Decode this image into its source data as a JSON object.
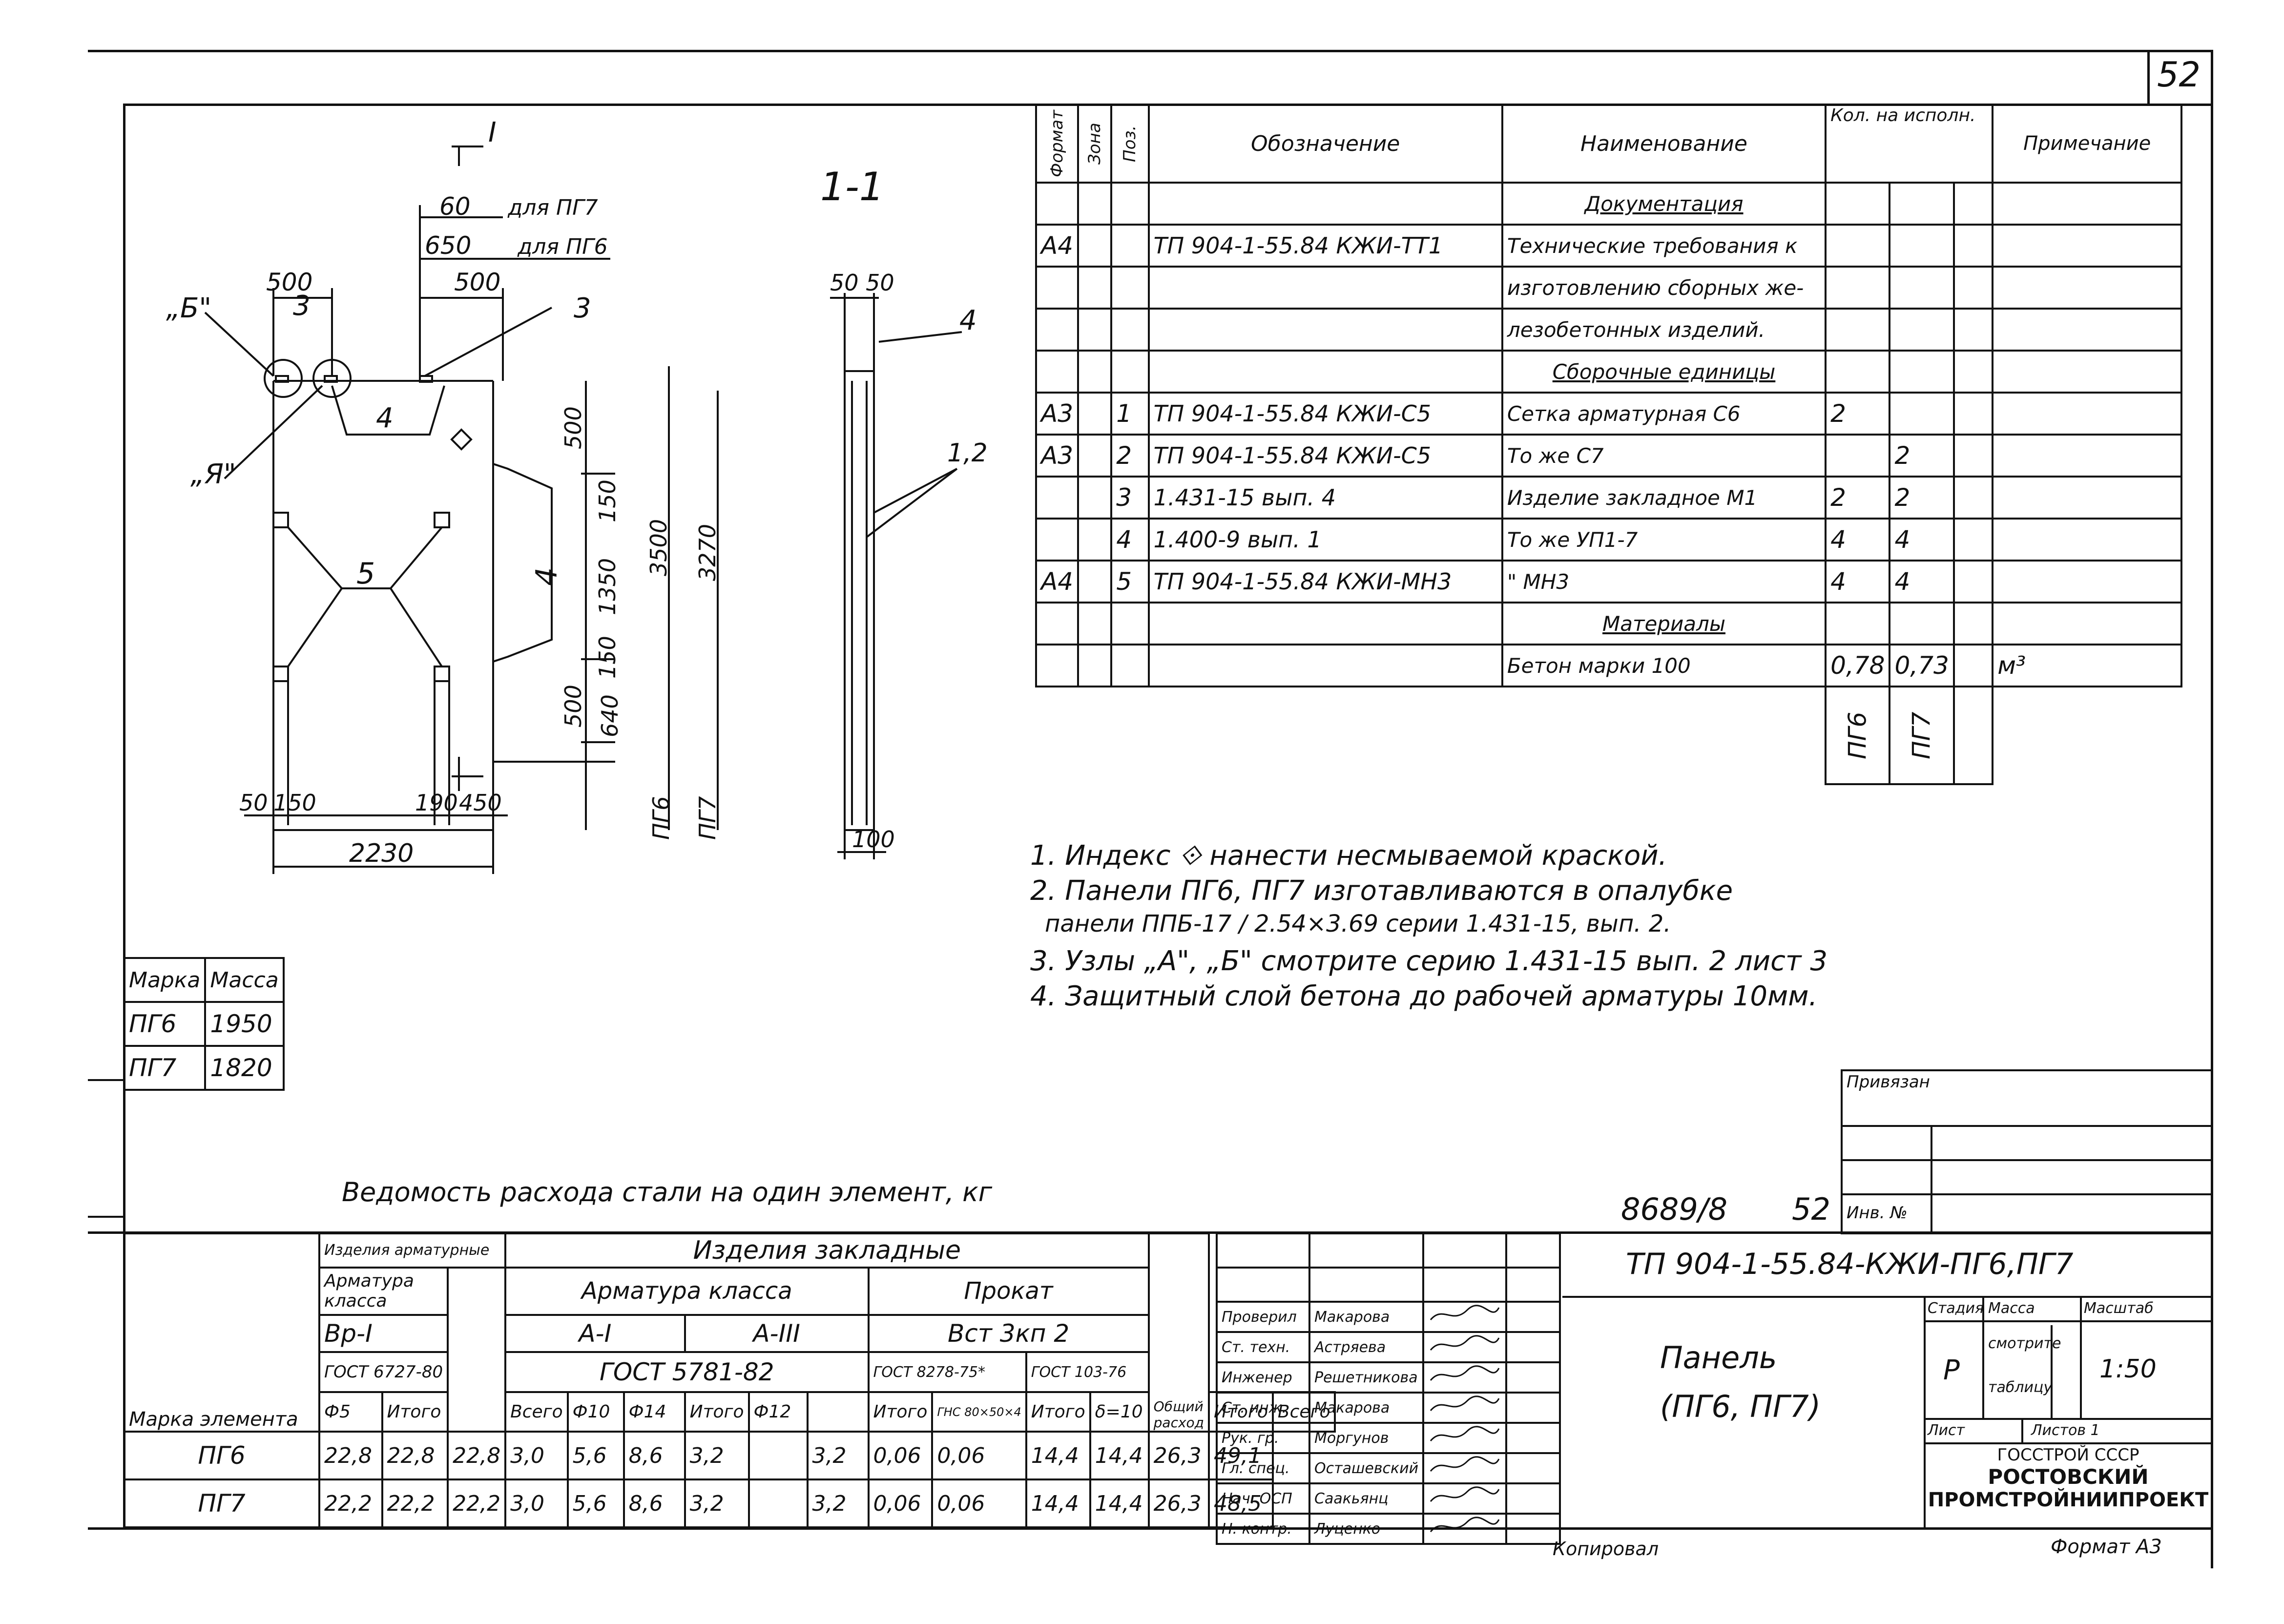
{
  "sheet_number": "52",
  "drawing": {
    "section_label": "1-1",
    "dims": {
      "d60": "60",
      "d60_note": "для ПГ7",
      "d650": "650",
      "d650_note": "для ПГ6",
      "d500_left": "500",
      "d500_mid": "500",
      "d5050": "50 50",
      "v500_top": "500",
      "v150_top": "150",
      "v1350": "1350",
      "v150_bot": "150",
      "v500_bot": "500",
      "v640": "640",
      "v3500": "3500",
      "v3270": "3270",
      "b50": "50",
      "b150": "150",
      "b190": "190",
      "b450": "450",
      "b2230": "2230",
      "b100": "100",
      "pg6_vert": "ПГ6",
      "pg7_vert": "ПГ7"
    },
    "callouts": {
      "b": "„Б\"",
      "ya": "„Я\"",
      "n3a": "3",
      "n3b": "3",
      "n4": "4",
      "n4b": "4",
      "n5": "5",
      "n4_section": "4",
      "n12": "1,2",
      "cut": "I"
    }
  },
  "spec_table": {
    "headers": {
      "format": "Формат",
      "zone": "Зона",
      "pos": "Поз.",
      "designation": "Обозначение",
      "name": "Наименование",
      "qty": "Кол. на исполн.",
      "note": "Примечание"
    },
    "rows": [
      {
        "format": "",
        "zone": "",
        "pos": "",
        "designation": "",
        "name": "Документация",
        "q1": "",
        "q2": "",
        "note": "",
        "section": true
      },
      {
        "format": "А4",
        "zone": "",
        "pos": "",
        "designation": "ТП 904-1-55.84 КЖИ-ТТ1",
        "name": "Технические требования к",
        "q1": "",
        "q2": "",
        "note": ""
      },
      {
        "format": "",
        "zone": "",
        "pos": "",
        "designation": "",
        "name": "изготовлению сборных же-",
        "q1": "",
        "q2": "",
        "note": ""
      },
      {
        "format": "",
        "zone": "",
        "pos": "",
        "designation": "",
        "name": "лезобетонных изделий.",
        "q1": "",
        "q2": "",
        "note": ""
      },
      {
        "format": "",
        "zone": "",
        "pos": "",
        "designation": "",
        "name": "Сборочные единицы",
        "q1": "",
        "q2": "",
        "note": "",
        "section": true
      },
      {
        "format": "А3",
        "zone": "",
        "pos": "1",
        "designation": "ТП 904-1-55.84 КЖИ-С5",
        "name": "Сетка арматурная С6",
        "q1": "2",
        "q2": "",
        "note": ""
      },
      {
        "format": "А3",
        "zone": "",
        "pos": "2",
        "designation": "ТП 904-1-55.84 КЖИ-С5",
        "name": "То же С7",
        "q1": "",
        "q2": "2",
        "note": ""
      },
      {
        "format": "",
        "zone": "",
        "pos": "3",
        "designation": "1.431-15 вып. 4",
        "name": "Изделие закладное М1",
        "q1": "2",
        "q2": "2",
        "note": ""
      },
      {
        "format": "",
        "zone": "",
        "pos": "4",
        "designation": "1.400-9 вып. 1",
        "name": "То же УП1-7",
        "q1": "4",
        "q2": "4",
        "note": ""
      },
      {
        "format": "А4",
        "zone": "",
        "pos": "5",
        "designation": "ТП 904-1-55.84 КЖИ-МН3",
        "name": "\" МН3",
        "q1": "4",
        "q2": "4",
        "note": ""
      },
      {
        "format": "",
        "zone": "",
        "pos": "",
        "designation": "",
        "name": "Материалы",
        "q1": "",
        "q2": "",
        "note": "",
        "section": true
      },
      {
        "format": "",
        "zone": "",
        "pos": "",
        "designation": "",
        "name": "Бетон марки 100",
        "q1": "0,78",
        "q2": "0,73",
        "note": "м³"
      }
    ],
    "variant_labels": [
      "ПГ6",
      "ПГ7"
    ]
  },
  "notes": [
    "1. Индекс ⟐ нанести несмываемой краской.",
    "2. Панели ПГ6, ПГ7 изготавливаются в опалубке",
    "панели ППБ-17 / 2.54×3.69 серии 1.431-15, вып. 2.",
    "3. Узлы „А\", „Б\" смотрите серию 1.431-15 вып. 2 лист 3",
    "4. Защитный слой бетона до рабочей арматуры 10мм."
  ],
  "mass_table": {
    "headers": [
      "Марка",
      "Масса"
    ],
    "rows": [
      [
        "ПГ6",
        "1950"
      ],
      [
        "ПГ7",
        "1820"
      ]
    ]
  },
  "steel_title": "Ведомость расхода стали на один элемент, кг",
  "steel_table": {
    "mark_header": "Марка элемента",
    "rebar_header": "Изделия арматурные",
    "rebar_class": "Арматура класса",
    "rebar_grade": "Вр-I",
    "rebar_gost": "ГОСТ 6727-80",
    "embedded_header": "Изделия закладные",
    "emb_class": "Арматура класса",
    "a1": "A-I",
    "a3": "A-III",
    "gost5781": "ГОСТ 5781-82",
    "rolled": "Прокат",
    "rolled_grade": "Вст 3кп 2",
    "gost8278": "ГОСТ 8278-75*",
    "gost103": "ГОСТ 103-76",
    "total_flow": "Общий расход",
    "cols": [
      "Ф5",
      "Итого",
      "Всего",
      "Ф10",
      "Ф14",
      "Итого",
      "Ф12",
      "",
      "Итого",
      "ГНС 80×50×4",
      "Итого",
      "δ=10",
      "Итого",
      "Всего"
    ],
    "rows": [
      {
        "mark": "ПГ6",
        "vals": [
          "22,8",
          "22,8",
          "22,8",
          "3,0",
          "5,6",
          "8,6",
          "3,2",
          "",
          "3,2",
          "0,06",
          "0,06",
          "14,4",
          "14,4",
          "26,3"
        ],
        "total": "49,1"
      },
      {
        "mark": "ПГ7",
        "vals": [
          "22,2",
          "22,2",
          "22,2",
          "3,0",
          "5,6",
          "8,6",
          "3,2",
          "",
          "3,2",
          "0,06",
          "0,06",
          "14,4",
          "14,4",
          "26,3"
        ],
        "total": "48,5"
      }
    ]
  },
  "signatures": [
    {
      "role": "Проверил",
      "name": "Макарова"
    },
    {
      "role": "Ст. техн.",
      "name": "Астряева"
    },
    {
      "role": "Инженер",
      "name": "Решетникова"
    },
    {
      "role": "Ст. инж.",
      "name": "Макарова"
    },
    {
      "role": "Рук. гр.",
      "name": "Моргунов"
    },
    {
      "role": "Гл. спец.",
      "name": "Осташевский"
    },
    {
      "role": "Нач. ОСП",
      "name": "Саакьянц"
    },
    {
      "role": "Н. контр.",
      "name": "Луценко"
    }
  ],
  "title_block": {
    "code": "ТП 904-1-55.84-КЖИ-ПГ6,ПГ7",
    "name_line1": "Панель",
    "name_line2": "(ПГ6, ПГ7)",
    "stage_h": "Стадия",
    "mass_h": "Масса",
    "scale_h": "Масштаб",
    "stage": "Р",
    "mass_line1": "смотрите",
    "mass_line2": "таблицу",
    "scale": "1:50",
    "sheet_h": "Лист",
    "sheets_h": "Листов 1",
    "org1": "ГОССТРОЙ СССР",
    "org2": "РОСТОВСКИЙ",
    "org3": "ПРОМСТРОЙНИИПРОЕКТ",
    "bound": "Привязан",
    "inv": "Инв. №",
    "inv_ref": "8689/8",
    "inv_page": "52",
    "copied": "Копировал",
    "format": "Формат А3"
  }
}
